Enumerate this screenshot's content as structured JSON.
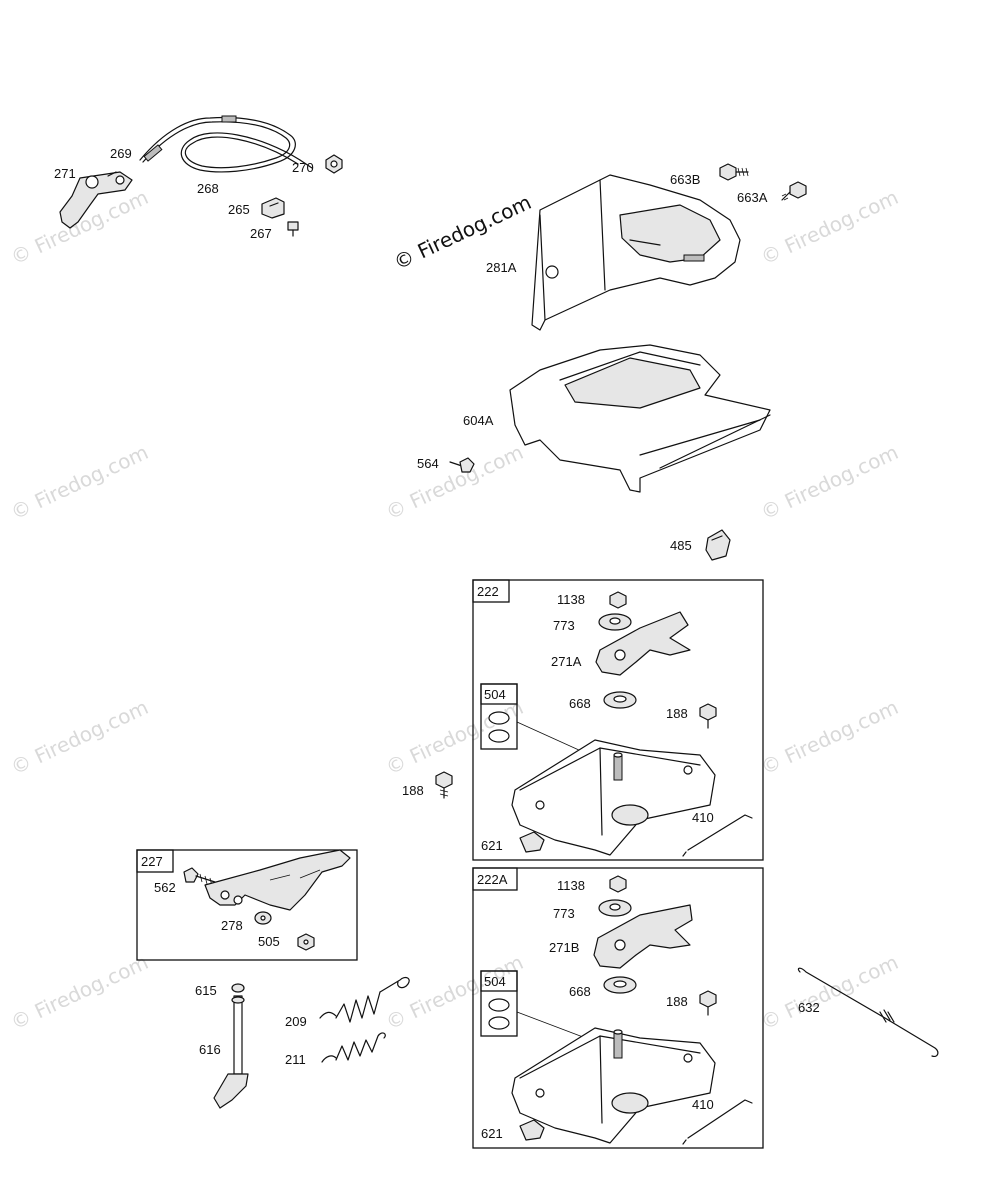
{
  "watermark": {
    "main_text": "© Firedog.com",
    "faint_text": "© Firedog.com"
  },
  "callouts": {
    "c271": "271",
    "c269": "269",
    "c268": "268",
    "c270": "270",
    "c265": "265",
    "c267": "267",
    "c663B": "663B",
    "c663A": "663A",
    "c281A": "281A",
    "c604A": "604A",
    "c564": "564",
    "c485": "485",
    "c188_left": "188",
    "c562": "562",
    "c278": "278",
    "c505": "505",
    "c615": "615",
    "c616": "616",
    "c209": "209",
    "c211": "211",
    "c632": "632"
  },
  "box222": {
    "tag": "222",
    "sub_tag": "504",
    "labels": {
      "c1138": "1138",
      "c773": "773",
      "c271A": "271A",
      "c668": "668",
      "c188": "188",
      "c410": "410",
      "c621": "621"
    }
  },
  "box222A": {
    "tag": "222A",
    "sub_tag": "504",
    "labels": {
      "c1138": "1138",
      "c773": "773",
      "c271B": "271B",
      "c668": "668",
      "c188": "188",
      "c410": "410",
      "c621": "621"
    }
  },
  "box227": {
    "tag": "227"
  },
  "colors": {
    "ink": "#111111",
    "watermark": "#d9d9d9"
  }
}
